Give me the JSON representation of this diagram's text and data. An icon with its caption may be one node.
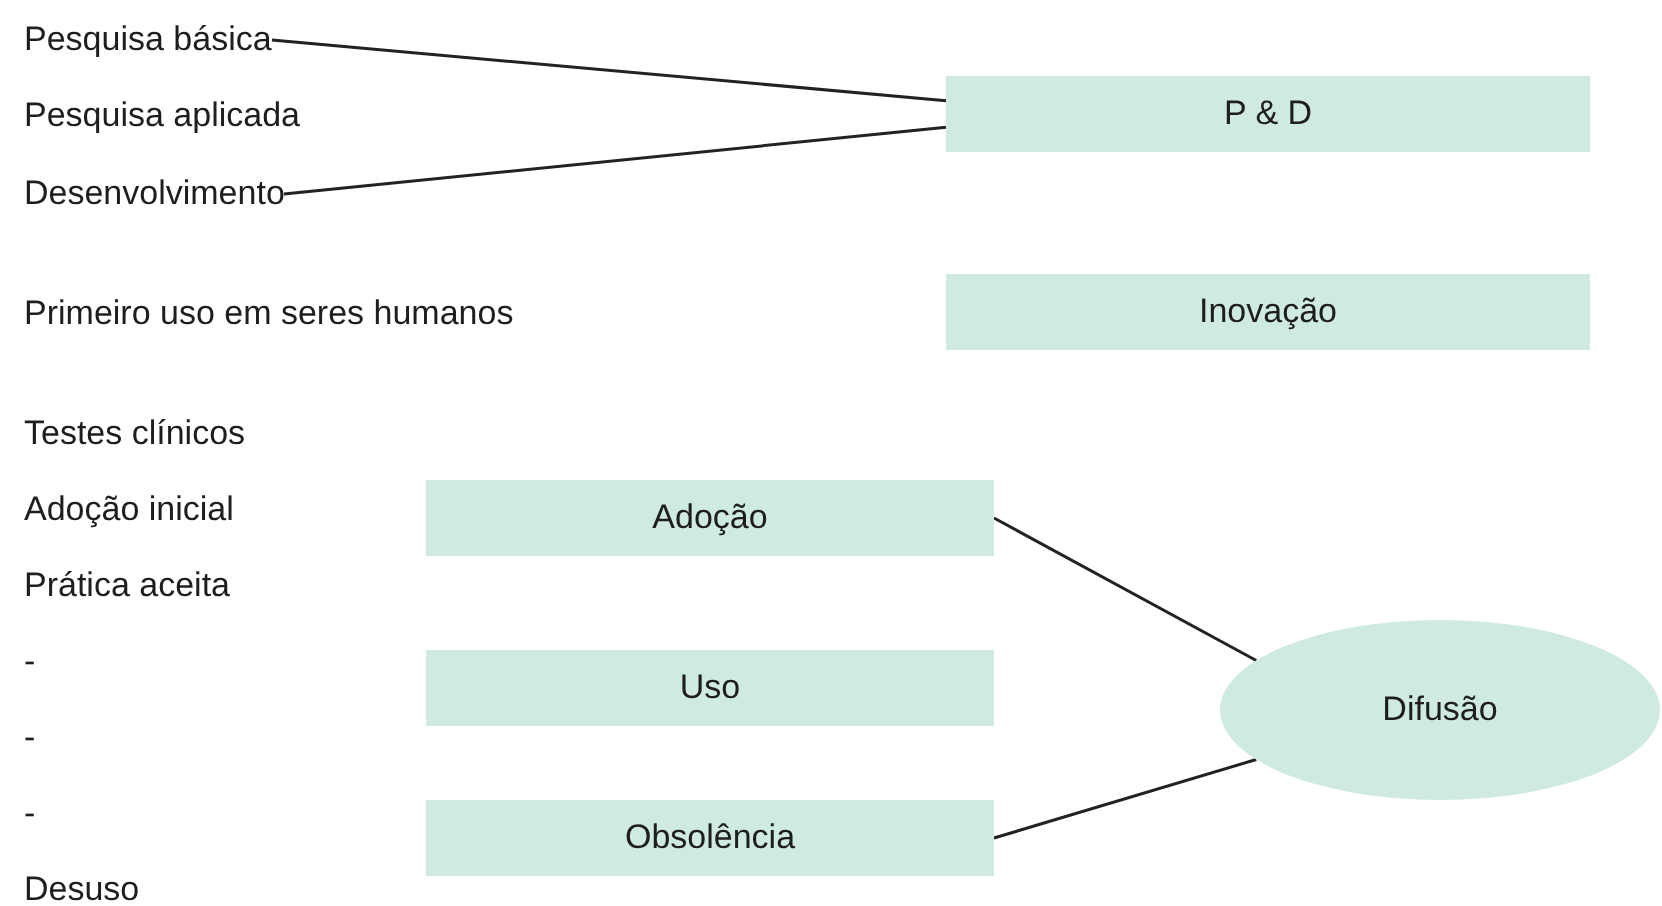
{
  "diagram": {
    "nodes": [
      {
        "text": [
          "Pesquisa básica"
        ]
      },
      {
        "text": [
          "P & D"
        ]
      },
      {
        "text": [
          "Desenvolvimento"
        ]
      },
      {
        "text": [
          "Inovação"
        ]
      },
      {
        "text": [
          "Adoção"
        ]
      },
      {
        "text": [
          "Uso"
        ]
      },
      {
        "text": [
          "Obsolência"
        ]
      },
      {
        "text": [
          "Difusão"
        ]
      }
    ],
    "edges": [
      {
        "from": 0,
        "to": 1,
        "arrow": "none"
      },
      {
        "from": 2,
        "to": 1,
        "arrow": "none"
      },
      {
        "from": 4,
        "to": 7,
        "arrow": "none"
      },
      {
        "from": 6,
        "to": 7,
        "arrow": "none"
      }
    ],
    "labels": [
      "Pesquisa aplicada",
      "Primeiro uso em seres humanos",
      "Testes clínicos",
      "Adoção inicial",
      "Prática aceita",
      "-",
      "-",
      "-",
      "Desuso"
    ]
  }
}
